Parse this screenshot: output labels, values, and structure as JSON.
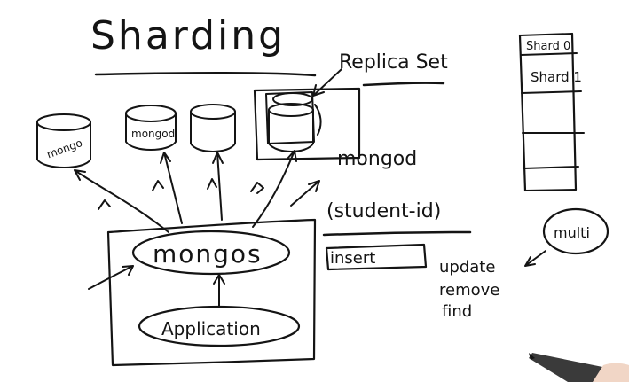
{
  "title": "Sharding",
  "replica_set_label": "Replica Set",
  "mongod_label": "mongod",
  "shard_key_label": "(student-id)",
  "insert_label": "insert",
  "mongos_label": "mongos",
  "application_label": "Application",
  "db_labels": {
    "db1": "mongo",
    "db2": "mongod"
  },
  "arrow_marks": [
    "?",
    "?",
    "?"
  ],
  "shard_table": {
    "rows": [
      "Shard 0",
      "Shard 1",
      "",
      "",
      ""
    ]
  },
  "multi_label": "multi",
  "operations": [
    "update",
    "remove",
    "find"
  ],
  "colors": {
    "ink": "#141414",
    "pen_body": "#3a3a3a"
  }
}
